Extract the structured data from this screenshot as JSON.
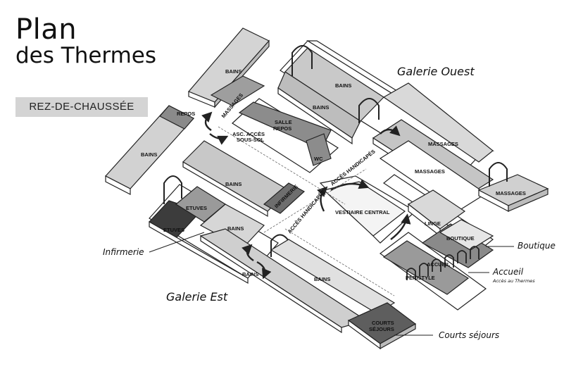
{
  "title": {
    "line1": "Plan",
    "line2": "des Thermes"
  },
  "floor": "REZ-DE-CHAUSSÉE",
  "galleries": {
    "west": "Galerie Ouest",
    "east": "Galerie Est"
  },
  "rooms": {
    "bains_1": "BAINS",
    "massages_1": "MASSAGES",
    "repos": "REPOS",
    "bains_2": "BAINS",
    "asc_1": "ASC. ACCÈS",
    "asc_2": "SOUS-SOL",
    "salle_1": "SALLE",
    "salle_2": "REPOS",
    "wc": "WC",
    "bains_3": "BAINS",
    "bains_4": "BAINS",
    "massages_2": "MASSAGES",
    "massages_3": "MASSAGES",
    "massages_4": "MASSAGES",
    "acces_handi_1": "ACCÈS HANDICAPÉS",
    "acces_handi_2": "ACCÈS HANDICAPÉS",
    "bains_5": "BAINS",
    "infirmerie": "INFIRMERIE",
    "vestiaire": "VESTIAIRE CENTRAL",
    "etuves_1": "ETUVES",
    "etuves_2": "ETUVES",
    "bains_6": "BAINS",
    "linge": "LINGE",
    "boutique": "BOUTIQUE",
    "accueil": "ACCUEIL",
    "peristyle": "PÉRISTYLE",
    "bains_7": "BAINS",
    "bains_8": "BAINS",
    "courts_1": "COURTS",
    "courts_2": "SÉJOURS"
  },
  "callouts": {
    "infirmerie": "Infirmerie",
    "boutique": "Boutique",
    "accueil": "Accueil",
    "accueil_sub": "Accès au Thermes",
    "courts": "Courts séjours"
  }
}
